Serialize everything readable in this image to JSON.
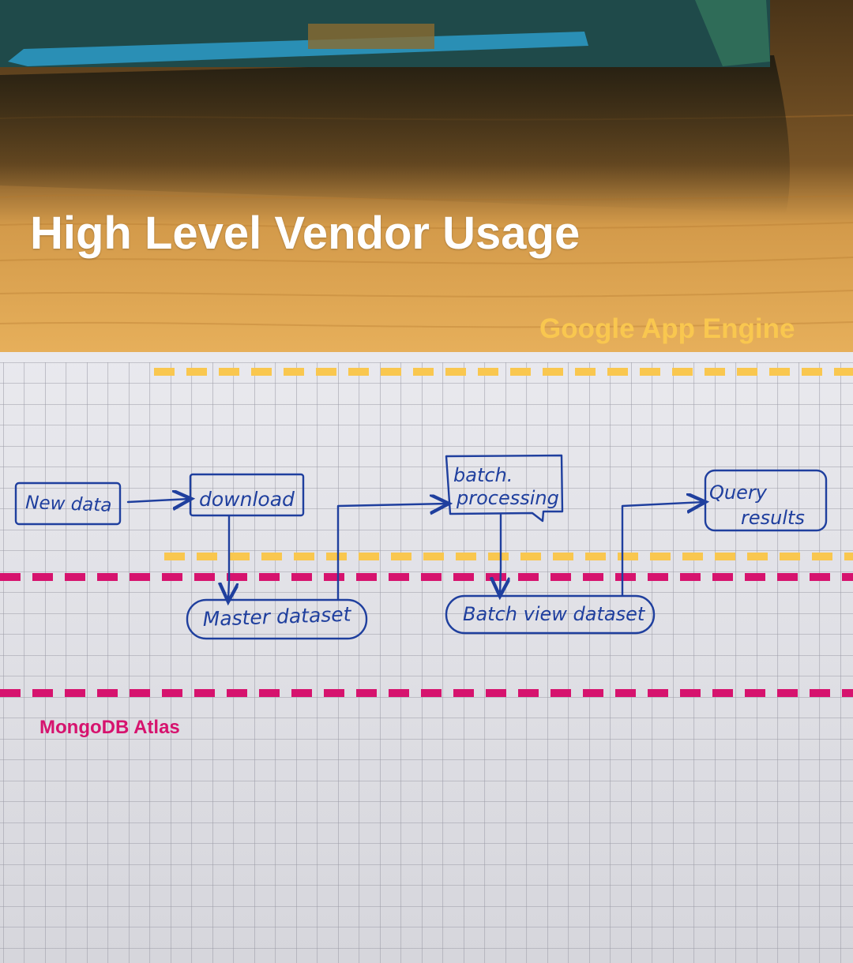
{
  "title": "High Level Vendor Usage",
  "zones": {
    "upper": {
      "label": "Google App Engine",
      "color": "#f9c74f"
    },
    "lower": {
      "label": "MongoDB Atlas",
      "color": "#d6136e"
    }
  },
  "ink_color": "#1f3f9e",
  "nodes": {
    "new_data": "New data",
    "download": "download",
    "batch_line1": "batch.",
    "batch_line2": "processing",
    "query_line1": "Query",
    "query_line2": "results",
    "master_dataset": "Master dataset",
    "batch_view": "Batch view dataset"
  }
}
